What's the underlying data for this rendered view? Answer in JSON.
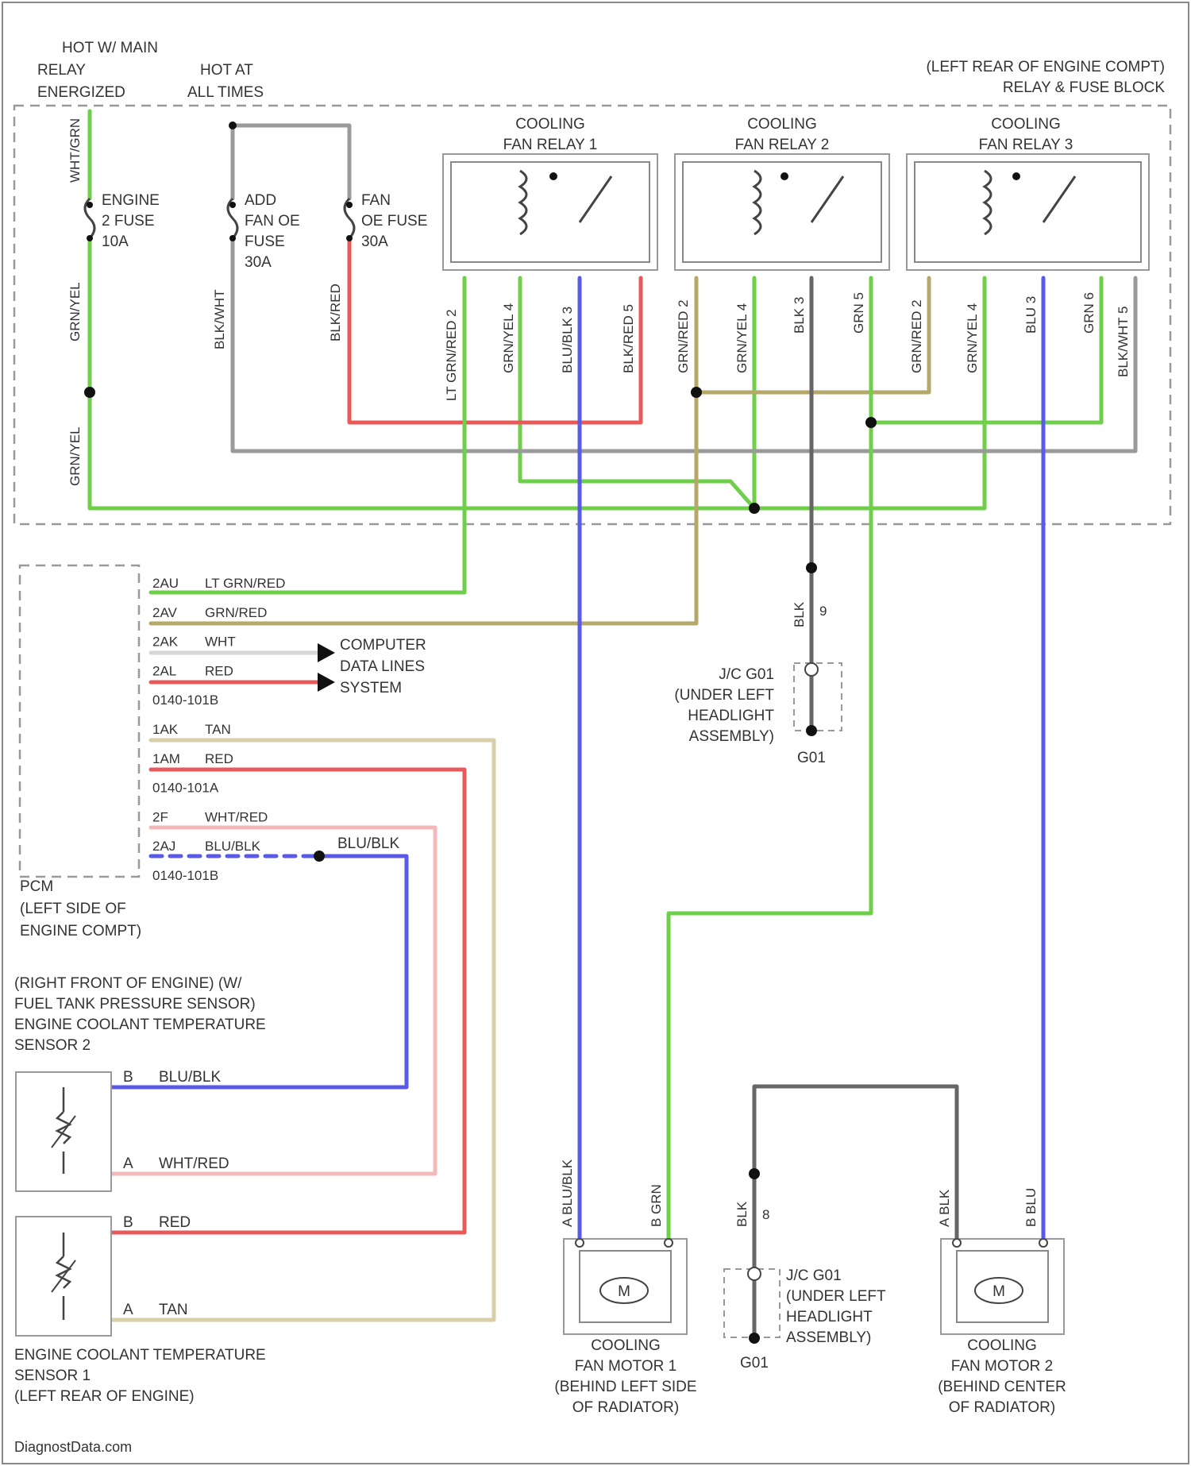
{
  "colors": {
    "green": "#6fcf4a",
    "gray": "#9a9a9a",
    "red": "#e85a5a",
    "blue": "#5a5ae8",
    "tan": "#d8cfa8",
    "pink": "#f3b8b8",
    "olive": "#b5a86a",
    "darkgray": "#666666",
    "frame": "#8a8a8a"
  },
  "power": {
    "hot_main_relay": [
      "HOT W/ MAIN",
      "RELAY",
      "ENERGIZED"
    ],
    "hot_all_times": [
      "HOT AT",
      "ALL TIMES"
    ]
  },
  "relay_block": [
    "(LEFT REAR OF ENGINE COMPT)",
    "RELAY & FUSE BLOCK"
  ],
  "fuses": {
    "engine2": [
      "ENGINE",
      "2 FUSE",
      "10A"
    ],
    "add_fan": [
      "ADD",
      "FAN OE",
      "FUSE",
      "30A"
    ],
    "fan_oe": [
      "FAN",
      "OE FUSE",
      "30A"
    ]
  },
  "relays": [
    {
      "title": [
        "COOLING",
        "FAN RELAY 1"
      ]
    },
    {
      "title": [
        "COOLING",
        "FAN RELAY 2"
      ]
    },
    {
      "title": [
        "COOLING",
        "FAN RELAY 3"
      ]
    }
  ],
  "wire_labels": {
    "top_wht_grn": "WHT/GRN",
    "engine_fuse_out": "GRN/YEL",
    "bottom_left": "GRN/YEL",
    "add_fan_out": "BLK/WHT",
    "fan_oe_out": "BLK/RED",
    "r1": [
      "LT GRN/RED 2",
      "GRN/YEL 4",
      "BLU/BLK 3",
      "BLK/RED 5"
    ],
    "r2": [
      "GRN/RED 2",
      "GRN/YEL 4",
      "BLK 3",
      "GRN 5"
    ],
    "r3": [
      "GRN/RED 2",
      "GRN/YEL 4",
      "BLU 3",
      "GRN 6",
      "BLK/WHT 5"
    ]
  },
  "pcm": {
    "pins": [
      {
        "pin": "2AU",
        "wire": "LT GRN/RED"
      },
      {
        "pin": "2AV",
        "wire": "GRN/RED"
      },
      {
        "pin": "2AK",
        "wire": "WHT"
      },
      {
        "pin": "2AL",
        "wire": "RED"
      },
      {
        "pin": "",
        "wire": "0140-101B"
      },
      {
        "pin": "1AK",
        "wire": "TAN"
      },
      {
        "pin": "1AM",
        "wire": "RED"
      },
      {
        "pin": "",
        "wire": "0140-101A"
      },
      {
        "pin": "2F",
        "wire": "WHT/RED"
      },
      {
        "pin": "2AJ",
        "wire": "BLU/BLK"
      },
      {
        "pin": "",
        "wire": "0140-101B"
      }
    ],
    "splice_label": "BLU/BLK",
    "label": [
      "PCM",
      "(LEFT SIDE OF",
      "ENGINE COMPT)"
    ]
  },
  "computer_data_lines": [
    "COMPUTER",
    "DATA LINES",
    "SYSTEM"
  ],
  "ground_top": {
    "wire": "BLK",
    "pin": "9",
    "label": [
      "J/C G01",
      "(UNDER LEFT",
      "HEADLIGHT",
      "ASSEMBLY)"
    ],
    "ground": "G01"
  },
  "ground_bottom": {
    "wire": "BLK",
    "pin": "8",
    "label": [
      "J/C G01",
      "(UNDER LEFT",
      "HEADLIGHT",
      "ASSEMBLY)"
    ],
    "ground": "G01"
  },
  "sensor2": {
    "label": [
      "(RIGHT FRONT OF ENGINE) (W/",
      "FUEL TANK PRESSURE SENSOR)",
      "ENGINE COOLANT TEMPERATURE",
      "SENSOR 2"
    ],
    "pin_b": "B",
    "wire_b": "BLU/BLK",
    "pin_a": "A",
    "wire_a": "WHT/RED"
  },
  "sensor1": {
    "pin_b": "B",
    "wire_b": "RED",
    "pin_a": "A",
    "wire_a": "TAN",
    "label": [
      "ENGINE COOLANT TEMPERATURE",
      "SENSOR 1",
      "(LEFT REAR OF ENGINE)"
    ]
  },
  "motor1": {
    "symbol": "M",
    "wires": [
      "A BLU/BLK",
      "B GRN"
    ],
    "label": [
      "COOLING",
      "FAN MOTOR 1",
      "(BEHIND LEFT SIDE",
      "OF RADIATOR)"
    ]
  },
  "motor2": {
    "symbol": "M",
    "wires": [
      "A BLK",
      "B BLU"
    ],
    "label": [
      "COOLING",
      "FAN MOTOR 2",
      "(BEHIND CENTER",
      "OF RADIATOR)"
    ]
  },
  "footer": "DiagnostData.com"
}
